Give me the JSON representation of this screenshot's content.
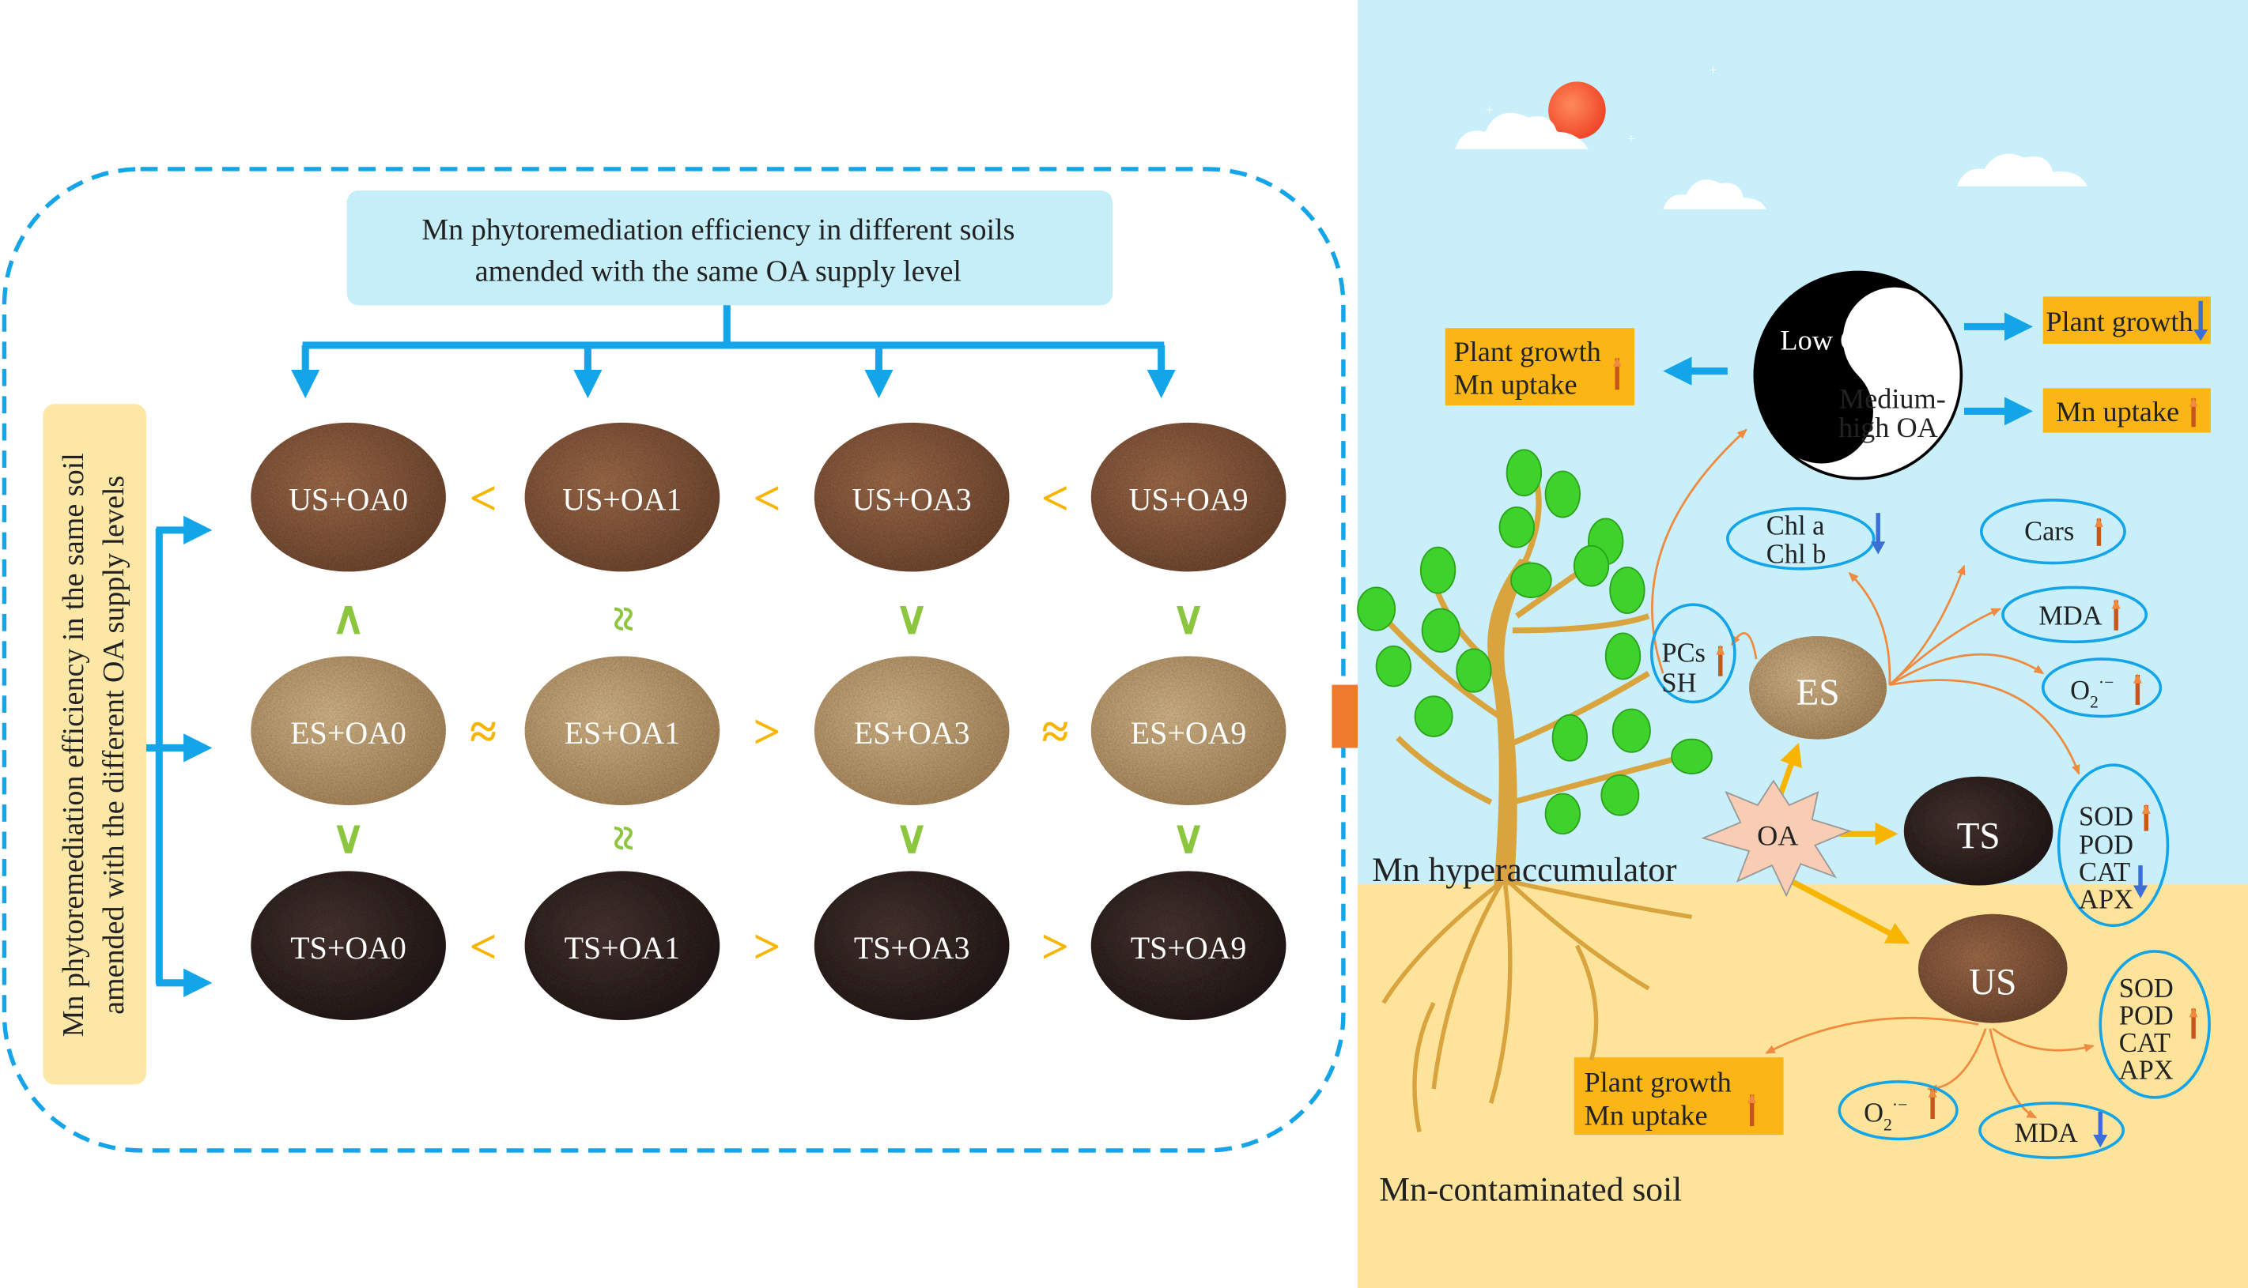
{
  "left": {
    "top_title": [
      "Mn phytoremediation efficiency in different soils",
      "amended with the same OA supply level"
    ],
    "side_title": [
      "Mn phytoremediation efficiency in the same soil",
      "amended with the different OA supply levels"
    ],
    "rows": [
      [
        "US+OA0",
        "US+OA1",
        "US+OA3",
        "US+OA9"
      ],
      [
        "ES+OA0",
        "ES+OA1",
        "ES+OA3",
        "ES+OA9"
      ],
      [
        "TS+OA0",
        "TS+OA1",
        "TS+OA3",
        "TS+OA9"
      ]
    ],
    "row_comparators": [
      [
        "<",
        "<",
        "<"
      ],
      [
        "≈",
        ">",
        "≈"
      ],
      [
        "<",
        ">",
        ">"
      ]
    ],
    "col_comparators": [
      [
        "∧",
        "≈",
        "∨",
        "∨"
      ],
      [
        "∨",
        "≈",
        "∨",
        "∨"
      ]
    ]
  },
  "right": {
    "yin_yang": {
      "low": "Low OA",
      "high1": "Medium-",
      "high2": "high OA"
    },
    "left_box": [
      "Plant growth",
      "Mn uptake"
    ],
    "growth_down": "Plant growth",
    "uptake_up": "Mn uptake",
    "bottom_box": [
      "Plant growth",
      "Mn uptake"
    ],
    "chl": [
      "Chl a",
      "Chl b"
    ],
    "cars": "Cars",
    "mda_top": "MDA",
    "o2_top": "O",
    "pcs": [
      "PCs",
      "SH"
    ],
    "enzymes_ts": [
      "SOD",
      "POD",
      "CAT",
      "APX"
    ],
    "enzymes_us": [
      "SOD",
      "POD",
      "CAT",
      "APX"
    ],
    "o2_bottom": "O",
    "mda_bottom": "MDA",
    "o2_sub": "2",
    "o2_sup": "·−",
    "soils": {
      "es": "ES",
      "ts": "TS",
      "us": "US"
    },
    "oa": "OA",
    "plant_label": "Mn hyperaccumulator",
    "soil_label": "Mn-contaminated soil"
  },
  "colors": {
    "blue": "#14a4e8",
    "orange": "#f7b500",
    "green": "#8cc63f",
    "box": "#fbb615",
    "sky": "#c8effa",
    "soil": "#fde49a",
    "up": "#c8561b",
    "down": "#3b6fd6"
  }
}
